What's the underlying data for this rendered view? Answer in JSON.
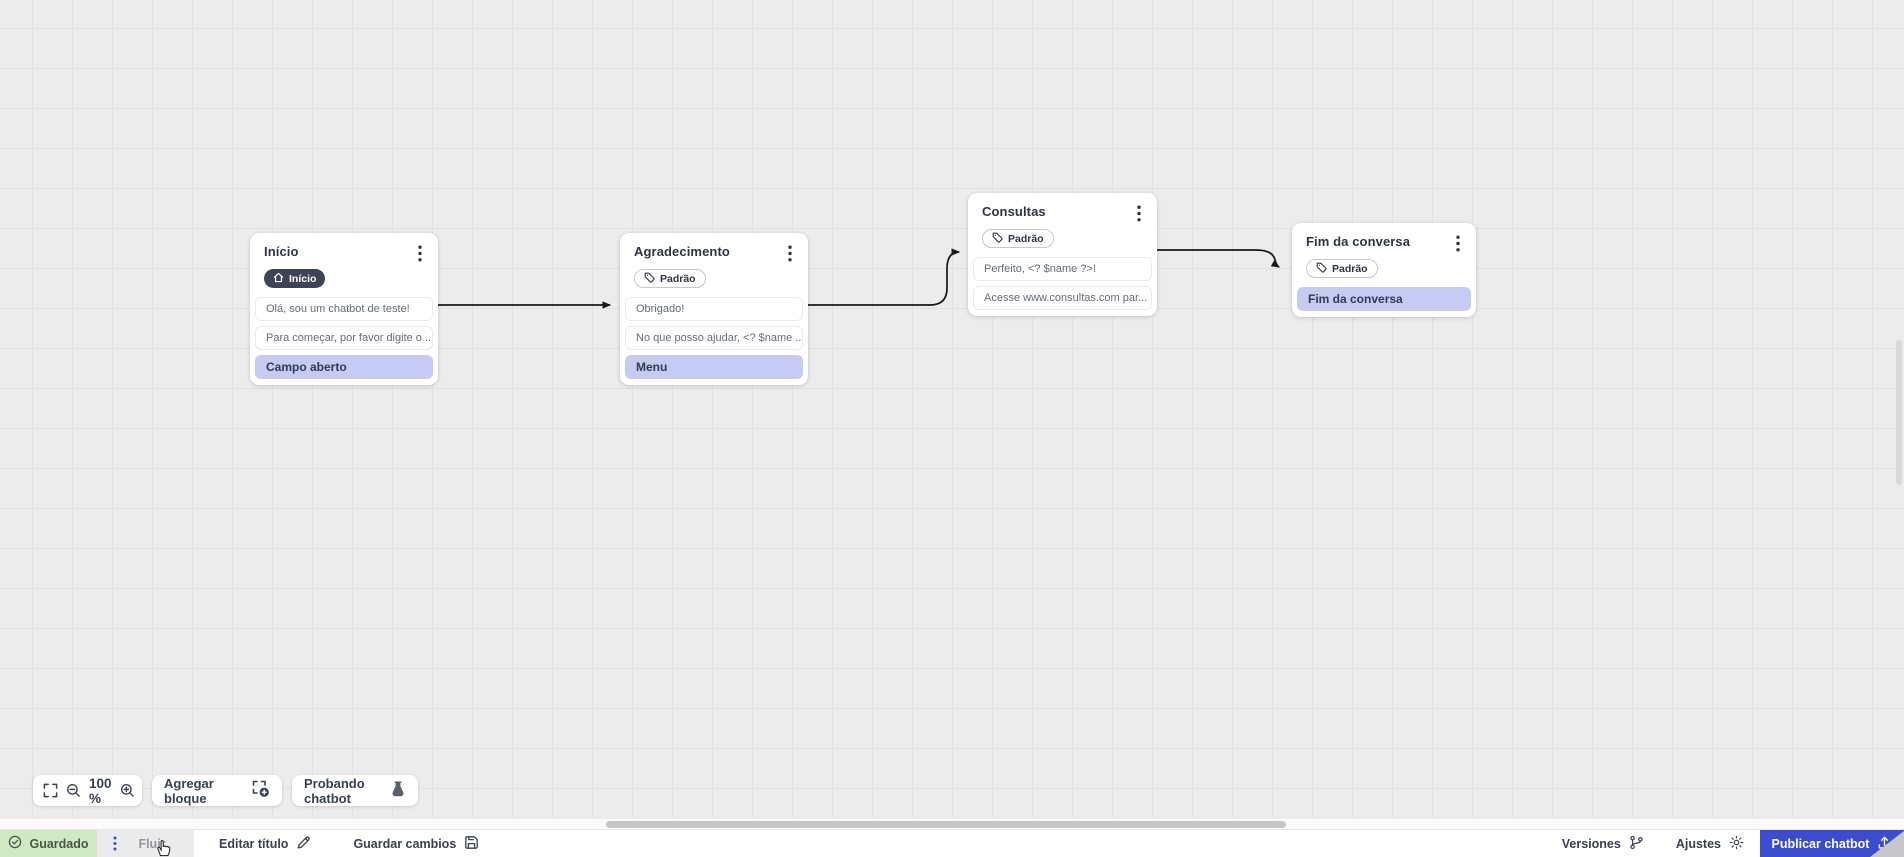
{
  "canvas": {
    "zoom_value": "100 %",
    "nodes": [
      {
        "title": "Início",
        "badge": "Início",
        "items": [
          {
            "text": "Olá, sou um chatbot de teste!"
          },
          {
            "text": "Para começar, por favor digite o ..."
          },
          {
            "text": "Campo aberto"
          }
        ]
      },
      {
        "title": "Agradecimento",
        "badge": "Padrão",
        "items": [
          {
            "text": "Obrigado!"
          },
          {
            "text": "No que posso ajudar, <? $name ..."
          },
          {
            "text": "Menu"
          }
        ]
      },
      {
        "title": "Consultas",
        "badge": "Padrão",
        "items": [
          {
            "text": "Perfeito, <? $name ?>!"
          },
          {
            "text": "Acesse www.consultas.com par..."
          }
        ]
      },
      {
        "title": "Fim da conversa",
        "badge": "Padrão",
        "items": [
          {
            "text": "Fim da conversa"
          }
        ]
      }
    ]
  },
  "toolbar": {
    "zoom_value": "100 %",
    "add_block_label": "Agregar bloque",
    "test_chatbot_label": "Probando chatbot"
  },
  "statusbar": {
    "saved_label": "Guardado",
    "flow_name": "Fluir",
    "edit_title_label": "Editar título",
    "save_changes_label": "Guardar cambios",
    "versions_label": "Versiones",
    "settings_label": "Ajustes",
    "publish_label": "Publicar chatbot"
  },
  "colors": {
    "accent_blue": "#3b4ccc",
    "highlight_row": "#c5cbf2",
    "dark_badge": "#3d4456",
    "saved_bg": "#cfe9c5",
    "canvas_bg": "#ececec"
  }
}
